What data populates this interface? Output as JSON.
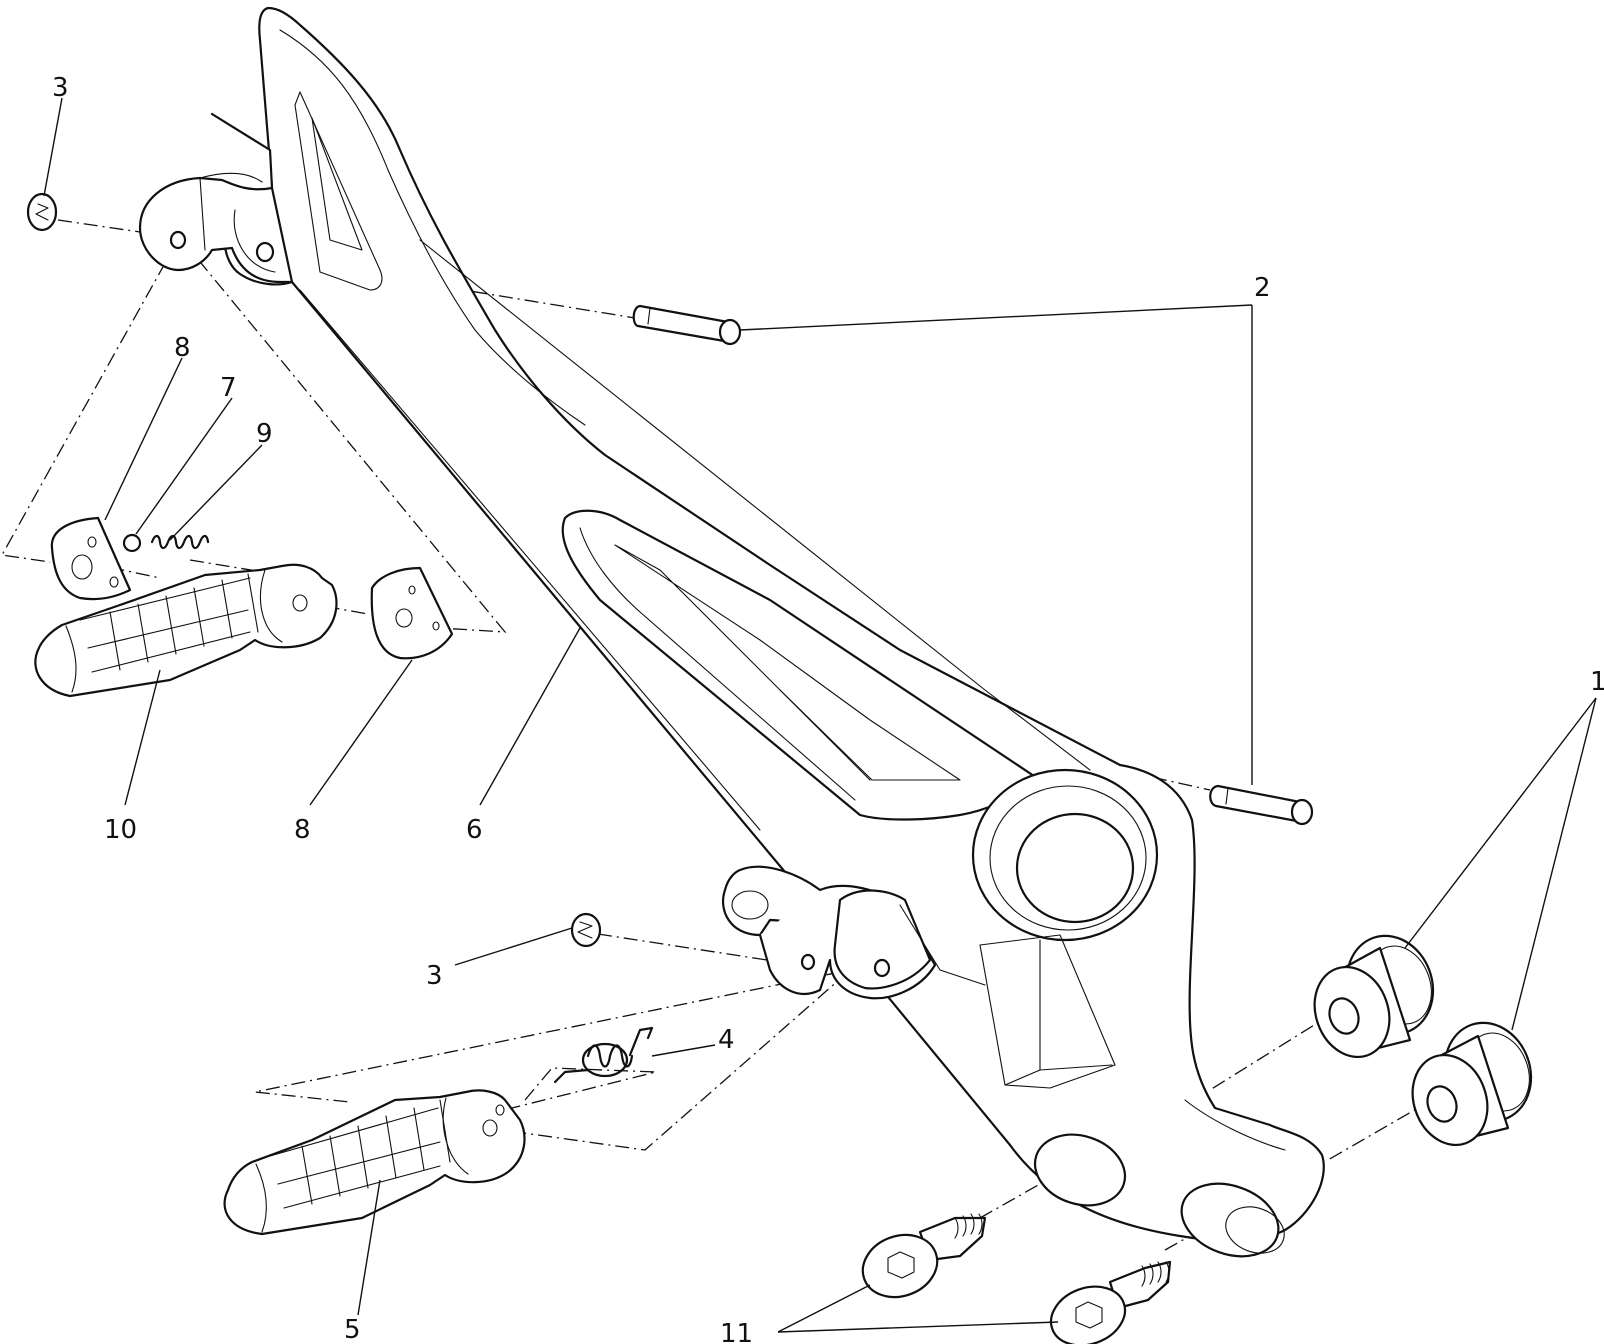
{
  "callouts": {
    "c1": "1",
    "c2": "2",
    "c3_top": "3",
    "c3_mid": "3",
    "c4": "4",
    "c5": "5",
    "c6": "6",
    "c7": "7",
    "c8_top": "8",
    "c8_bottom": "8",
    "c9": "9",
    "c10": "10",
    "c11": "11"
  }
}
